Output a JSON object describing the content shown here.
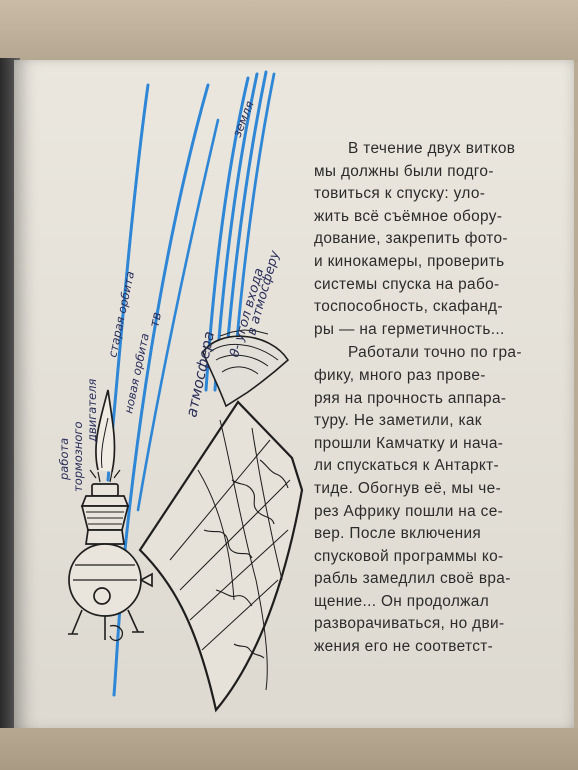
{
  "illustration": {
    "labels": {
      "engine": [
        "работа",
        "тормозного",
        "двигателя"
      ],
      "old_orbit": "старая орбита",
      "new_orbit": "новая орбита",
      "symbol": "тв",
      "atmosphere": "атмосфера",
      "entry_angle": [
        "θ- угол входа",
        "в атмосферу"
      ],
      "earth": "земля"
    },
    "colors": {
      "orbit_blue": "#2e86d6",
      "ink": "#1e1e1e"
    }
  },
  "text": {
    "paragraph1": [
      "В течение двух витков",
      "мы должны были подго-",
      "товиться к спуску: уло-",
      "жить всё съёмное обору-",
      "дование, закрепить фото-",
      "и кинокамеры, проверить",
      "системы спуска на рабо-",
      "тоспособность, скафанд-",
      "ры — на герметичность..."
    ],
    "paragraph2": [
      "Работали точно по гра-",
      "фику, много раз прове-",
      "ряя на прочность аппара-",
      "туру. Не заметили, как",
      "прошли Камчатку и нача-",
      "ли спускаться к Антаркт-",
      "тиде. Обогнув её, мы че-",
      "рез Африку пошли на се-",
      "вер. После включения",
      "спусковой программы ко-",
      "рабль замедлил своё вра-",
      "щение... Он продолжал",
      "разворачиваться, но дви-",
      "жения его не соответст-"
    ]
  }
}
